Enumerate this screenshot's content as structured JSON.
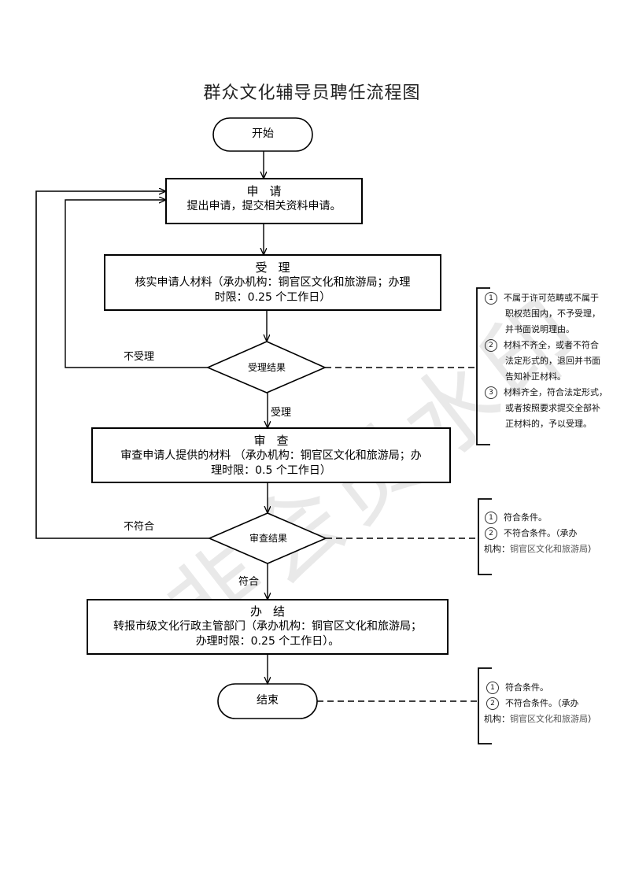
{
  "title": "群众文化辅导员聘任流程图",
  "watermark": "非会员水印",
  "nodes": {
    "start": {
      "label": "开始"
    },
    "apply": {
      "heading": "申请",
      "lines": [
        "提出申请，提交相关资料申请。"
      ]
    },
    "accept": {
      "heading": "受理",
      "lines": [
        "核实申请人材料（承办机构：铜官区文化和旅游局；办理",
        "时限：0.25 个工作日）"
      ]
    },
    "accept_decision": {
      "label": "受理结果"
    },
    "review": {
      "heading": "审查",
      "lines": [
        "审查申请人提供的材料 （承办机构：铜官区文化和旅游局；办",
        "理时限：0.5 个工作日）"
      ]
    },
    "review_decision": {
      "label": "审查结果"
    },
    "finish": {
      "heading": "办结",
      "lines": [
        "转报市级文化行政主管部门（承办机构：铜官区文化和旅游局；",
        "办理时限：0.25 个工作日）。"
      ]
    },
    "end": {
      "label": "结束"
    }
  },
  "edge_labels": {
    "not_accepted": "不受理",
    "accepted": "受理",
    "not_compliant": "不符合",
    "compliant": "符合"
  },
  "notes": {
    "accept": [
      {
        "num": "1",
        "lines": [
          "不属于许可范畴或不属于",
          "职权范围内，不予受理，",
          "并书面说明理由。"
        ]
      },
      {
        "num": "2",
        "lines": [
          "材料不齐全，或者不符合",
          "法定形式的，退回并书面",
          "告知补正材料。"
        ]
      },
      {
        "num": "3",
        "lines": [
          "材料齐全，符合法定形式，",
          "或者按照要求提交全部补",
          "正材料的，予以受理。"
        ]
      }
    ],
    "review": {
      "item1": {
        "num": "1",
        "text": "符合条件。"
      },
      "item2": {
        "num": "2",
        "text": "不符合条件。（承办"
      },
      "cont_prefix": "机构：",
      "cont_org": "铜官区文化和旅游局",
      "cont_suffix": "）"
    },
    "end": {
      "item1": {
        "num": "1",
        "text": "符合条件。"
      },
      "item2": {
        "num": "2",
        "text": "不符合条件。（承办"
      },
      "cont_prefix": "机构：",
      "cont_org": "铜官区文化和旅游局",
      "cont_suffix": "）"
    }
  }
}
